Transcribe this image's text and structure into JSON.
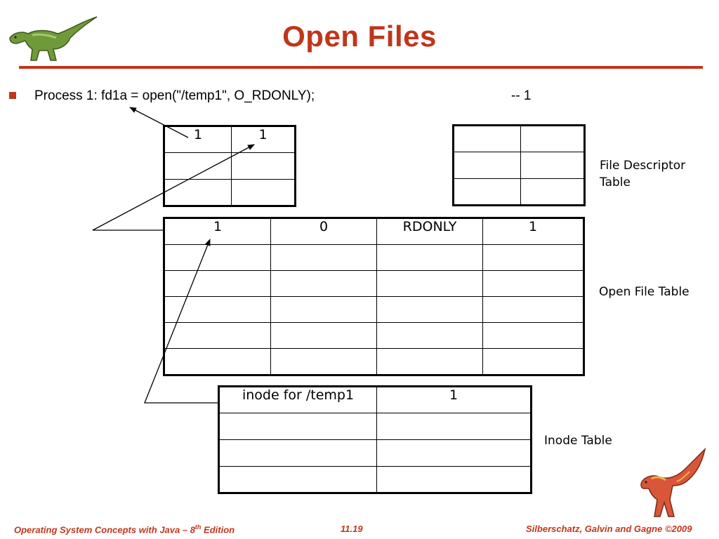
{
  "slide": {
    "title": "Open Files",
    "bullet": {
      "text": "Process 1: fd1a = open(\"/temp1\", O_RDONLY);",
      "note": "-- 1"
    }
  },
  "fd_table_1": {
    "rows": [
      [
        "1",
        "1"
      ],
      [
        "",
        ""
      ],
      [
        "",
        ""
      ]
    ]
  },
  "fd_table_2": {
    "rows": [
      [
        "",
        ""
      ],
      [
        "",
        ""
      ],
      [
        "",
        ""
      ]
    ]
  },
  "labels": {
    "fd_line1": "File Descriptor",
    "fd_line2": "Table",
    "open_file_table": "Open File Table",
    "inode_table": "Inode Table"
  },
  "open_file_table": {
    "rows": [
      [
        "1",
        "0",
        "RDONLY",
        "1"
      ],
      [
        "",
        "",
        "",
        ""
      ],
      [
        "",
        "",
        "",
        ""
      ],
      [
        "",
        "",
        "",
        ""
      ],
      [
        "",
        "",
        "",
        ""
      ],
      [
        "",
        "",
        "",
        ""
      ]
    ]
  },
  "inode_table": {
    "rows": [
      [
        "inode for /temp1",
        "1"
      ],
      [
        "",
        ""
      ],
      [
        "",
        ""
      ],
      [
        "",
        ""
      ]
    ]
  },
  "footer": {
    "left_prefix": "Operating System Concepts with Java – 8",
    "left_sup": "th",
    "left_suffix": " Edition",
    "center": "11.19",
    "right": "Silberschatz, Galvin and Gagne ©2009"
  },
  "colors": {
    "accent": "#c0361a"
  },
  "icons": {
    "top_left": "green-dinosaur-icon",
    "bottom_right": "red-dinosaur-icon"
  }
}
